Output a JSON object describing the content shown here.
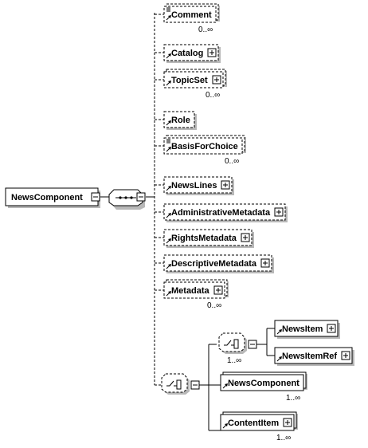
{
  "root": {
    "label": "NewsComponent"
  },
  "sequence_children": [
    {
      "label": "Comment",
      "cardinality": "0..∞",
      "optional": true,
      "repeated": true,
      "expandable": false,
      "annotated": true
    },
    {
      "label": "Catalog",
      "cardinality": "",
      "optional": true,
      "repeated": false,
      "expandable": true,
      "annotated": false
    },
    {
      "label": "TopicSet",
      "cardinality": "0..∞",
      "optional": true,
      "repeated": true,
      "expandable": true,
      "annotated": false
    },
    {
      "label": "Role",
      "cardinality": "",
      "optional": true,
      "repeated": false,
      "expandable": false,
      "annotated": false
    },
    {
      "label": "BasisForChoice",
      "cardinality": "0..∞",
      "optional": true,
      "repeated": true,
      "expandable": false,
      "annotated": true
    },
    {
      "label": "NewsLines",
      "cardinality": "",
      "optional": true,
      "repeated": false,
      "expandable": true,
      "annotated": false
    },
    {
      "label": "AdministrativeMetadata",
      "cardinality": "",
      "optional": true,
      "repeated": false,
      "expandable": true,
      "annotated": false
    },
    {
      "label": "RightsMetadata",
      "cardinality": "",
      "optional": true,
      "repeated": false,
      "expandable": true,
      "annotated": false
    },
    {
      "label": "DescriptiveMetadata",
      "cardinality": "",
      "optional": true,
      "repeated": false,
      "expandable": true,
      "annotated": false
    },
    {
      "label": "Metadata",
      "cardinality": "0..∞",
      "optional": true,
      "repeated": true,
      "expandable": true,
      "annotated": false
    }
  ],
  "outer_choice": {
    "inner_choice": {
      "cardinality": "1..∞",
      "children": [
        {
          "label": "NewsItem",
          "expandable": true
        },
        {
          "label": "NewsItemRef",
          "expandable": true
        }
      ]
    },
    "children": [
      {
        "label": "NewsComponent",
        "cardinality": "1..∞",
        "expandable": false
      },
      {
        "label": "ContentItem",
        "cardinality": "1..∞",
        "expandable": true
      }
    ]
  }
}
